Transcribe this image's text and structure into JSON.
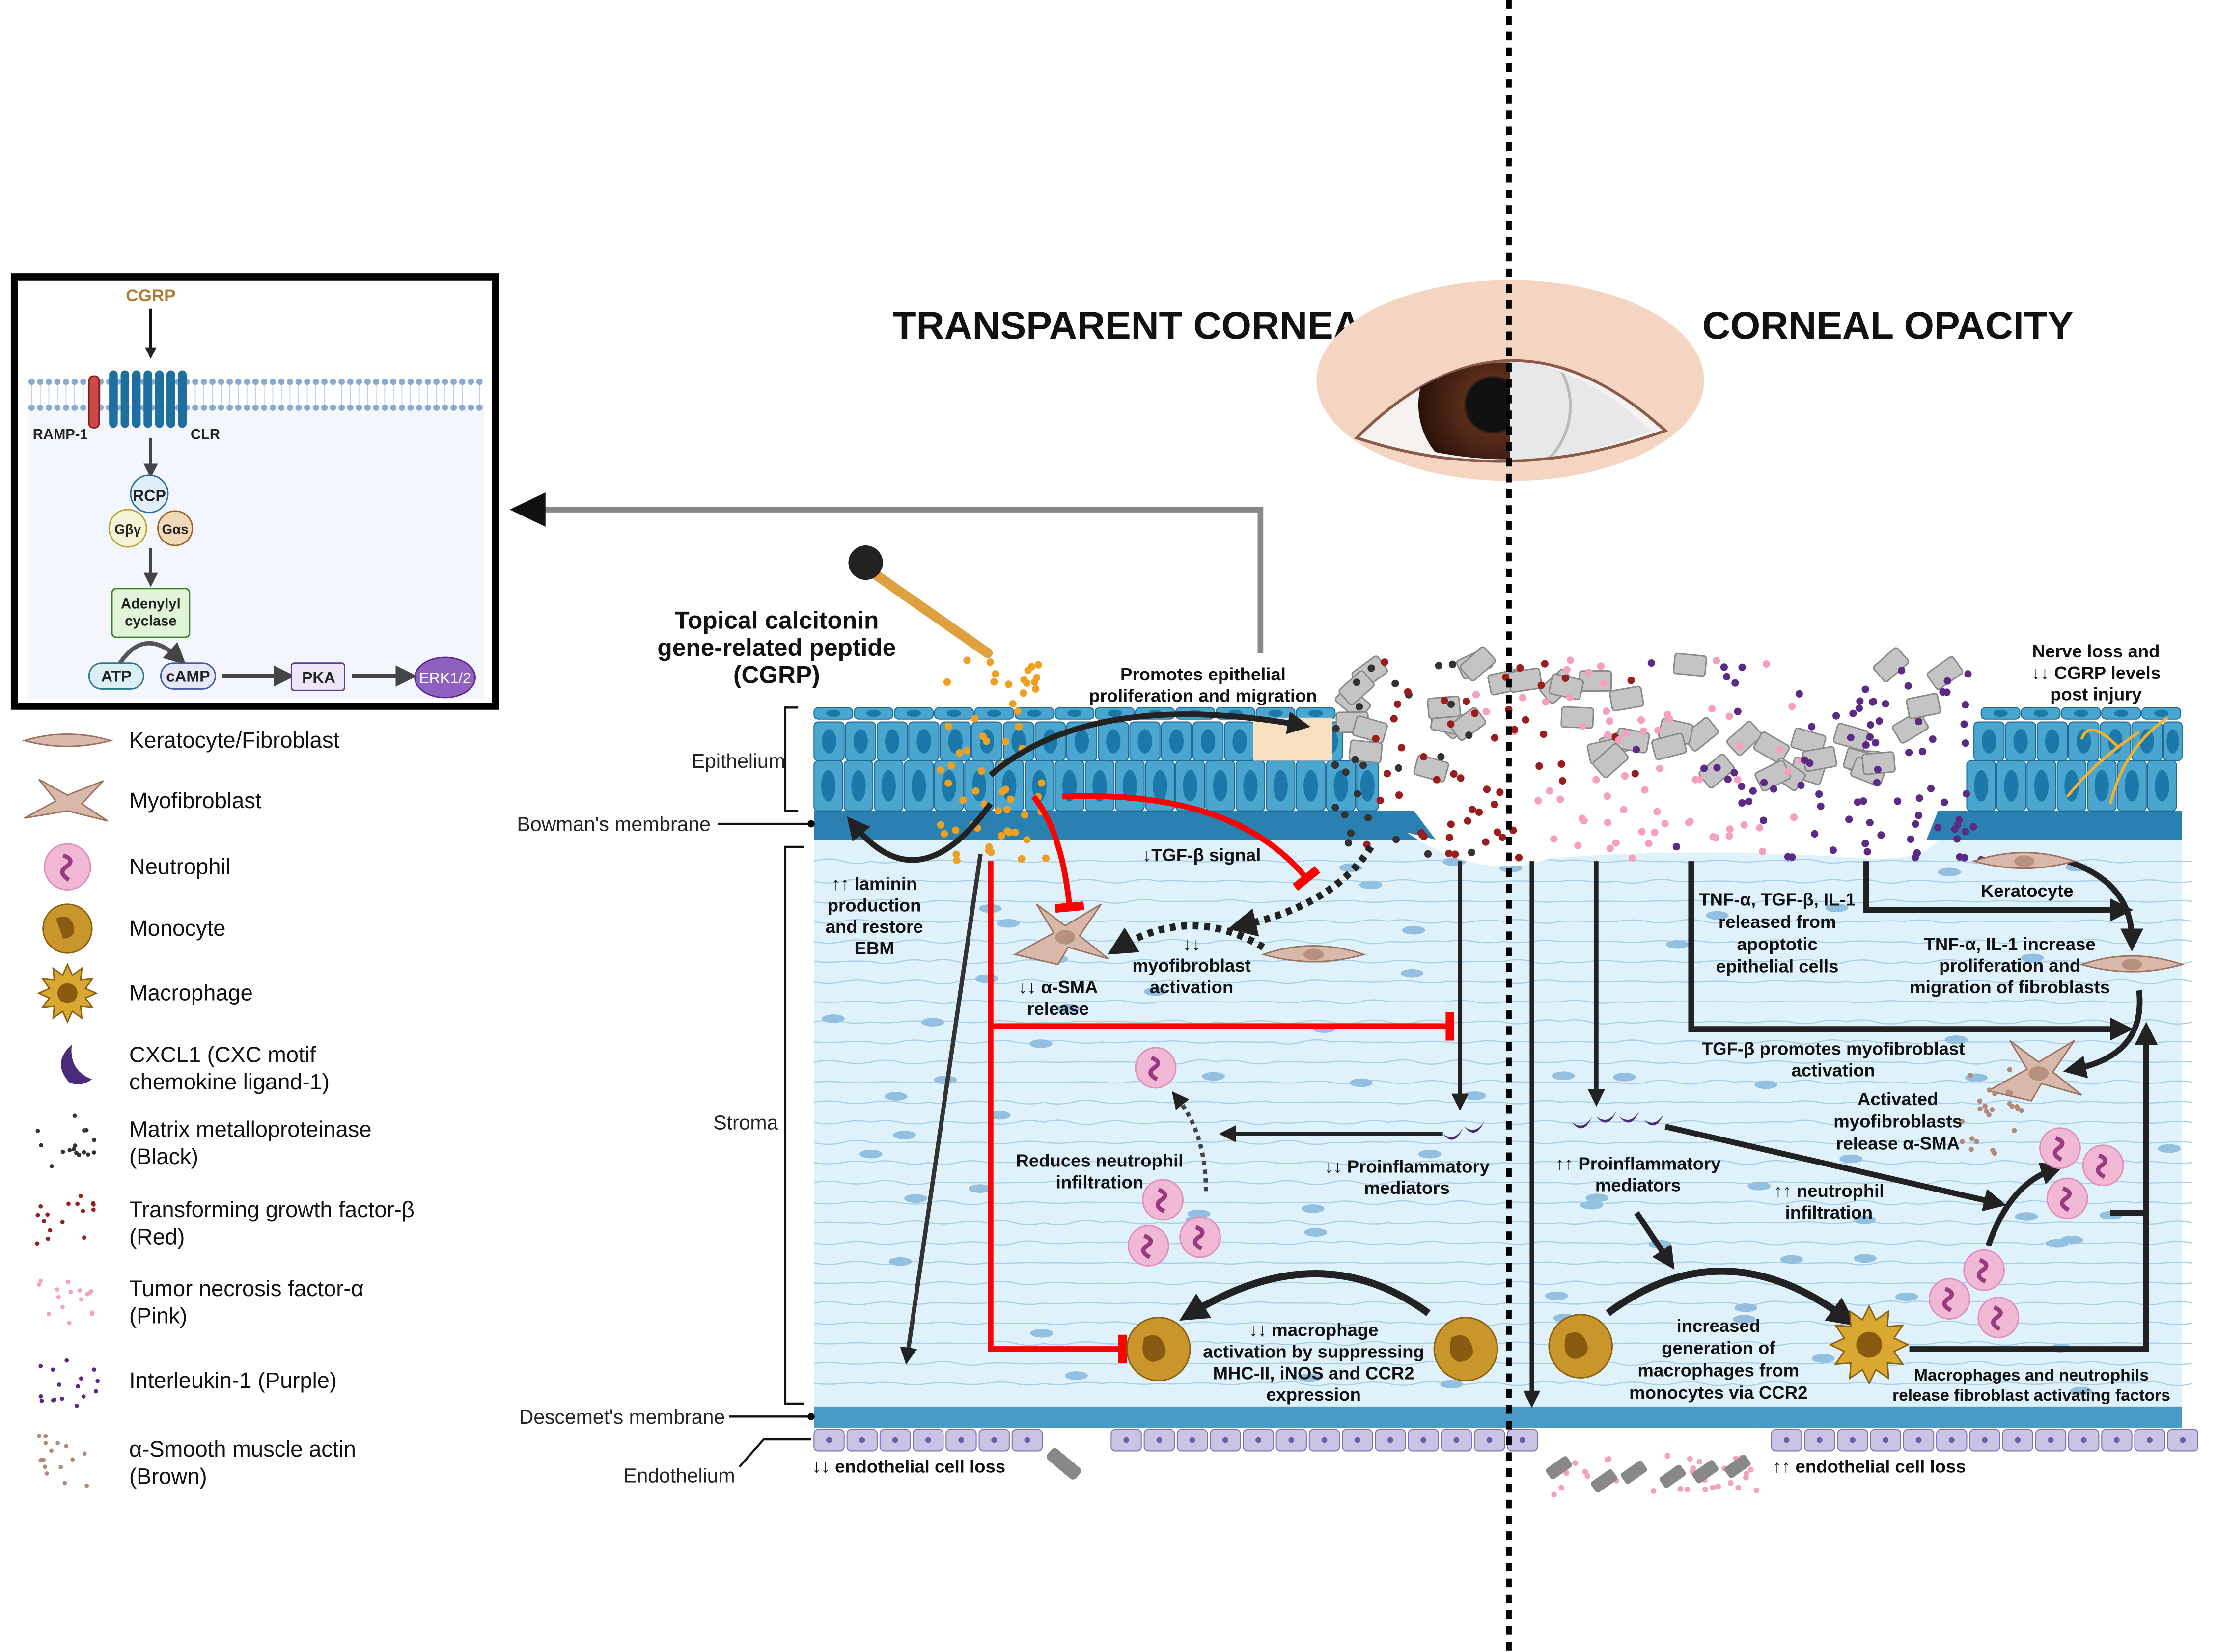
{
  "titles": {
    "left": "TRANSPARENT CORNEA",
    "right": "CORNEAL OPACITY"
  },
  "inset": {
    "ligand": "CGRP",
    "ramp": "RAMP-1",
    "clr": "CLR",
    "rcp": "RCP",
    "gby": "Gβγ",
    "gas": "Gαs",
    "adenylyl": [
      "Adenylyl",
      "cyclase"
    ],
    "atp": "ATP",
    "camp": "cAMP",
    "pka": "PKA",
    "erk": "ERK1/2"
  },
  "layers": {
    "epithelium": "Epithelium",
    "bowman": "Bowman's membrane",
    "stroma": "Stroma",
    "descemet": "Descemet's membrane",
    "endothelium": "Endothelium"
  },
  "annotations": {
    "topical": [
      "Topical calcitonin",
      "gene-related peptide",
      "(CGRP)"
    ],
    "promotes": [
      "Promotes epithelial",
      "proliferation and migration"
    ],
    "laminin": [
      "↑↑ laminin",
      "production",
      "and restore",
      "EBM"
    ],
    "tgf_signal": [
      "↓TGF-β signal"
    ],
    "myofib": [
      "↓↓",
      "myofibroblast",
      "activation"
    ],
    "asma": [
      "↓↓ α-SMA",
      "release"
    ],
    "neutrophil_down": [
      "Reduces  neutrophil",
      "infiltration"
    ],
    "proinfl_down": [
      "↓↓ Proinflammatory",
      "mediators"
    ],
    "macrophage_down": [
      "↓↓  macrophage",
      "activation by suppressing",
      "MHC-II, iNOS and CCR2",
      "expression"
    ],
    "endo_down": [
      "↓↓ endothelial cell loss"
    ],
    "nerve": [
      "Nerve loss and",
      "↓↓ CGRP levels",
      "post injury"
    ],
    "tnf_released": [
      "TNF-α, TGF-β, IL-1",
      "released from",
      "apoptotic",
      "epithelial cells"
    ],
    "keratocyte": [
      "Keratocyte"
    ],
    "tnf_increase": [
      "TNF-α, IL-1 increase",
      "proliferation and",
      "migration of fibroblasts"
    ],
    "tgf_promotes": [
      "TGF-β promotes myofibroblast",
      "activation"
    ],
    "activated": [
      "Activated",
      "myofibroblasts",
      "release α-SMA"
    ],
    "proinfl_up": [
      "↑↑ Proinflammatory",
      "mediators"
    ],
    "neutrophil_up": [
      "↑↑ neutrophil",
      "infiltration"
    ],
    "increased": [
      "increased",
      "generation of",
      "macrophages from",
      "monocytes via CCR2"
    ],
    "macro_release": [
      "Macrophages and neutrophils",
      "release fibroblast activating factors"
    ],
    "endo_up": [
      "↑↑ endothelial cell loss"
    ]
  },
  "legend": [
    {
      "icon": "keratocyte-icon",
      "lines": [
        "Keratocyte/Fibroblast"
      ]
    },
    {
      "icon": "myofibroblast-icon",
      "lines": [
        "Myofibroblast"
      ]
    },
    {
      "icon": "neutrophil-icon",
      "lines": [
        "Neutrophil"
      ]
    },
    {
      "icon": "monocyte-icon",
      "lines": [
        "Monocyte"
      ]
    },
    {
      "icon": "macrophage-icon",
      "lines": [
        "Macrophage"
      ]
    },
    {
      "icon": "cxcl1-icon",
      "lines": [
        "CXCL1 (CXC motif",
        "chemokine ligand-1)"
      ]
    },
    {
      "icon": "mmp-dots-icon",
      "lines": [
        "Matrix metalloproteinase",
        "(Black)"
      ],
      "color": "#333333"
    },
    {
      "icon": "tgf-dots-icon",
      "lines": [
        "Transforming growth factor-β",
        "(Red)"
      ],
      "color": "#9b1c1c"
    },
    {
      "icon": "tnf-dots-icon",
      "lines": [
        "Tumor necrosis factor-α",
        "(Pink)"
      ],
      "color": "#f4a0be"
    },
    {
      "icon": "il1-dots-icon",
      "lines": [
        "Interleukin-1 (Purple)"
      ],
      "color": "#5b2a86"
    },
    {
      "icon": "asma-dots-icon",
      "lines": [
        "α-Smooth muscle actin",
        "(Brown)"
      ],
      "color": "#b08a7a"
    }
  ],
  "colors": {
    "epithelium": "#4ba6cf",
    "bowman": "#2a80b0",
    "stroma": "#dff1fa",
    "endothelium": "#c9c3e6",
    "inhibition": "#ff0000",
    "cgrp": "#f0a020"
  }
}
